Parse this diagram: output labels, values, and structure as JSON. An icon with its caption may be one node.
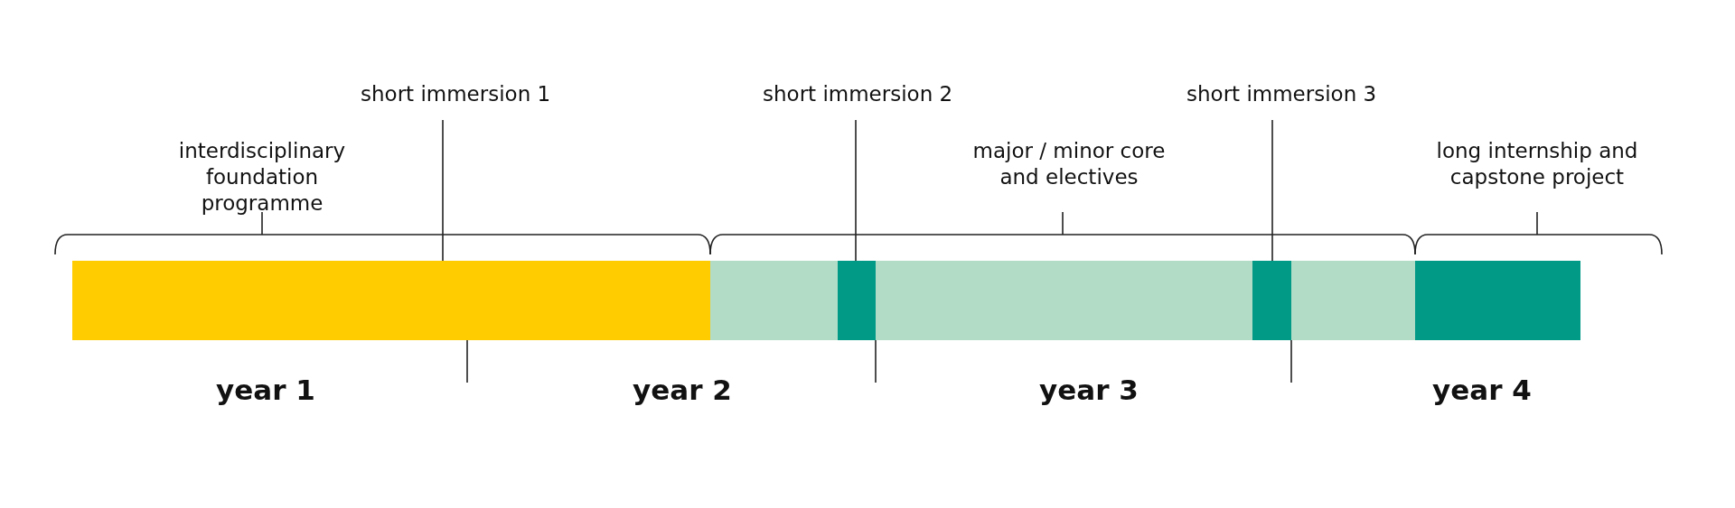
{
  "diagram": {
    "nodes": [
      {
        "text": [
          "short immersion 1"
        ]
      },
      {
        "text": [
          "short immersion 2"
        ]
      },
      {
        "text": [
          "short immersion 3"
        ]
      },
      {
        "text": [],
        "shape": "bar"
      },
      {
        "text": [],
        "shape": "bar"
      },
      {
        "text": [],
        "shape": "bar"
      },
      {
        "text": [],
        "shape": "bar"
      },
      {
        "text": [],
        "shape": "bar"
      },
      {
        "text": [],
        "shape": "bar"
      },
      {
        "text": [],
        "shape": "bar"
      }
    ],
    "edges": [
      {
        "from": 0,
        "to": 3,
        "arrow": "none"
      },
      {
        "from": 1,
        "to": 5,
        "arrow": "none"
      },
      {
        "from": 2,
        "to": 7,
        "arrow": "none"
      }
    ],
    "labels": [
      "interdisciplinary foundation programme",
      "major / minor core and electives",
      "long internship and capstone project",
      "year 1",
      "year 2",
      "year 3",
      "year 4"
    ]
  }
}
